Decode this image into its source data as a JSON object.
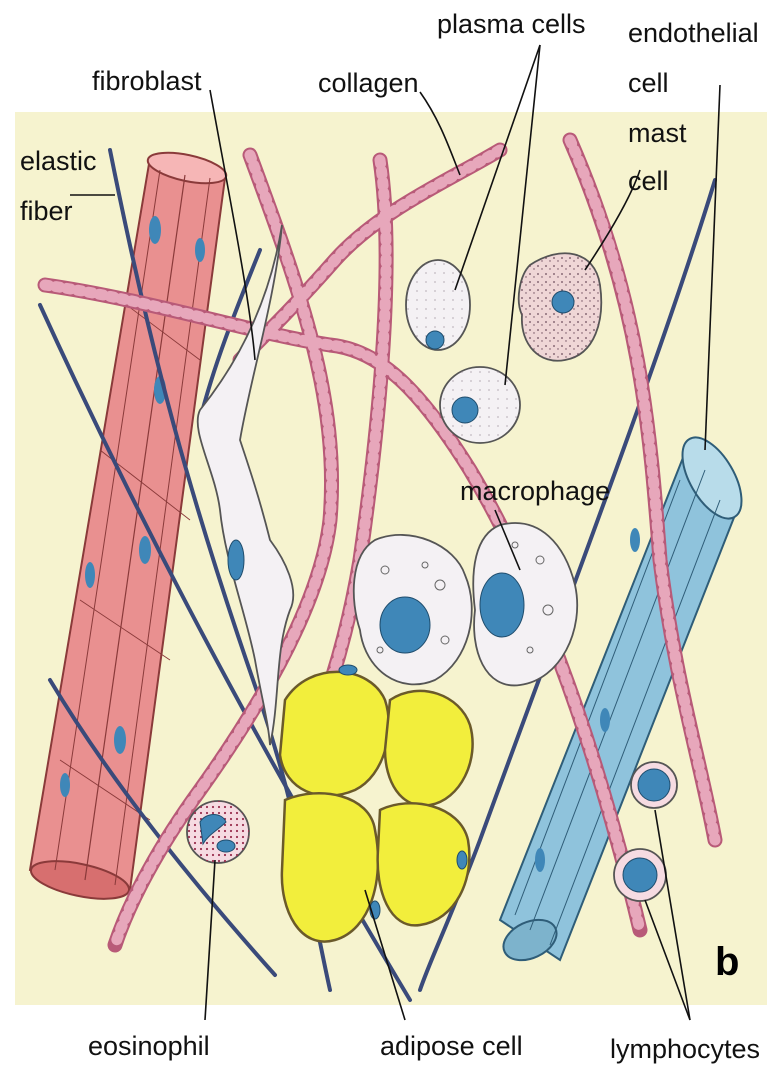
{
  "labels": {
    "plasma_cells": "plasma cells",
    "endothelial_cell_line1": "endothelial",
    "endothelial_cell_line2": "cell",
    "mast_cell_line1": "mast",
    "mast_cell_line2": "cell",
    "fibroblast": "fibroblast",
    "collagen": "collagen",
    "elastic_fiber_line1": "elastic",
    "elastic_fiber_line2": "fiber",
    "macrophage": "macrophage",
    "eosinophil": "eosinophil",
    "adipose_cell": "adipose cell",
    "lymphocytes": "lymphocytes",
    "panel_letter": "b"
  },
  "colors": {
    "background": "#f6f3cf",
    "collagen": "#b85a78",
    "collagen_band": "#e7a7bb",
    "elastic_fiber": "#3a4a7a",
    "smooth_muscle_vessel": "#e99090",
    "endothelial_vessel": "#8fc3dc",
    "adipose": "#f2ee3c",
    "nucleus": "#3f87b8",
    "cell_body": "#f4f1f4"
  }
}
